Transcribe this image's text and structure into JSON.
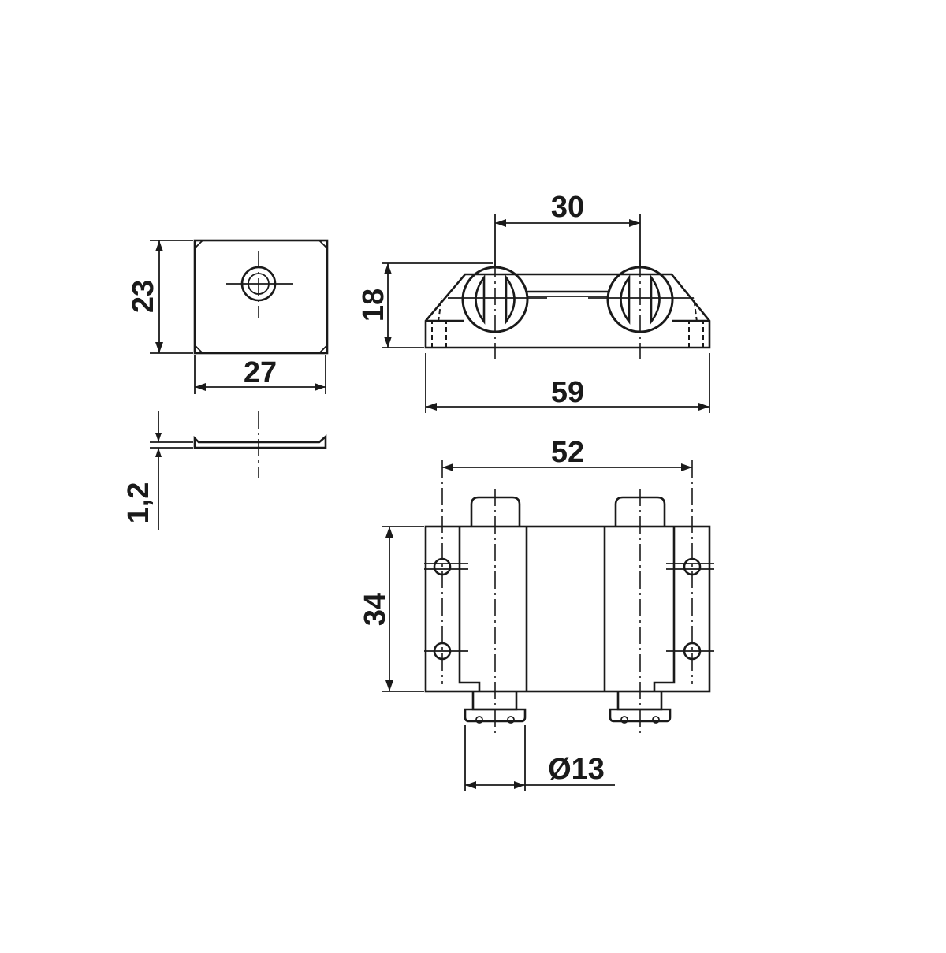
{
  "colors": {
    "line": "#1a1a1a",
    "background": "#ffffff"
  },
  "dimensions": {
    "plate_height": "23",
    "plate_width": "27",
    "plate_thickness": "1,2",
    "pin_spacing": "30",
    "body_height": "18",
    "body_length": "59",
    "hole_spacing": "52",
    "body_depth": "34",
    "pin_diameter": "Ø13"
  }
}
